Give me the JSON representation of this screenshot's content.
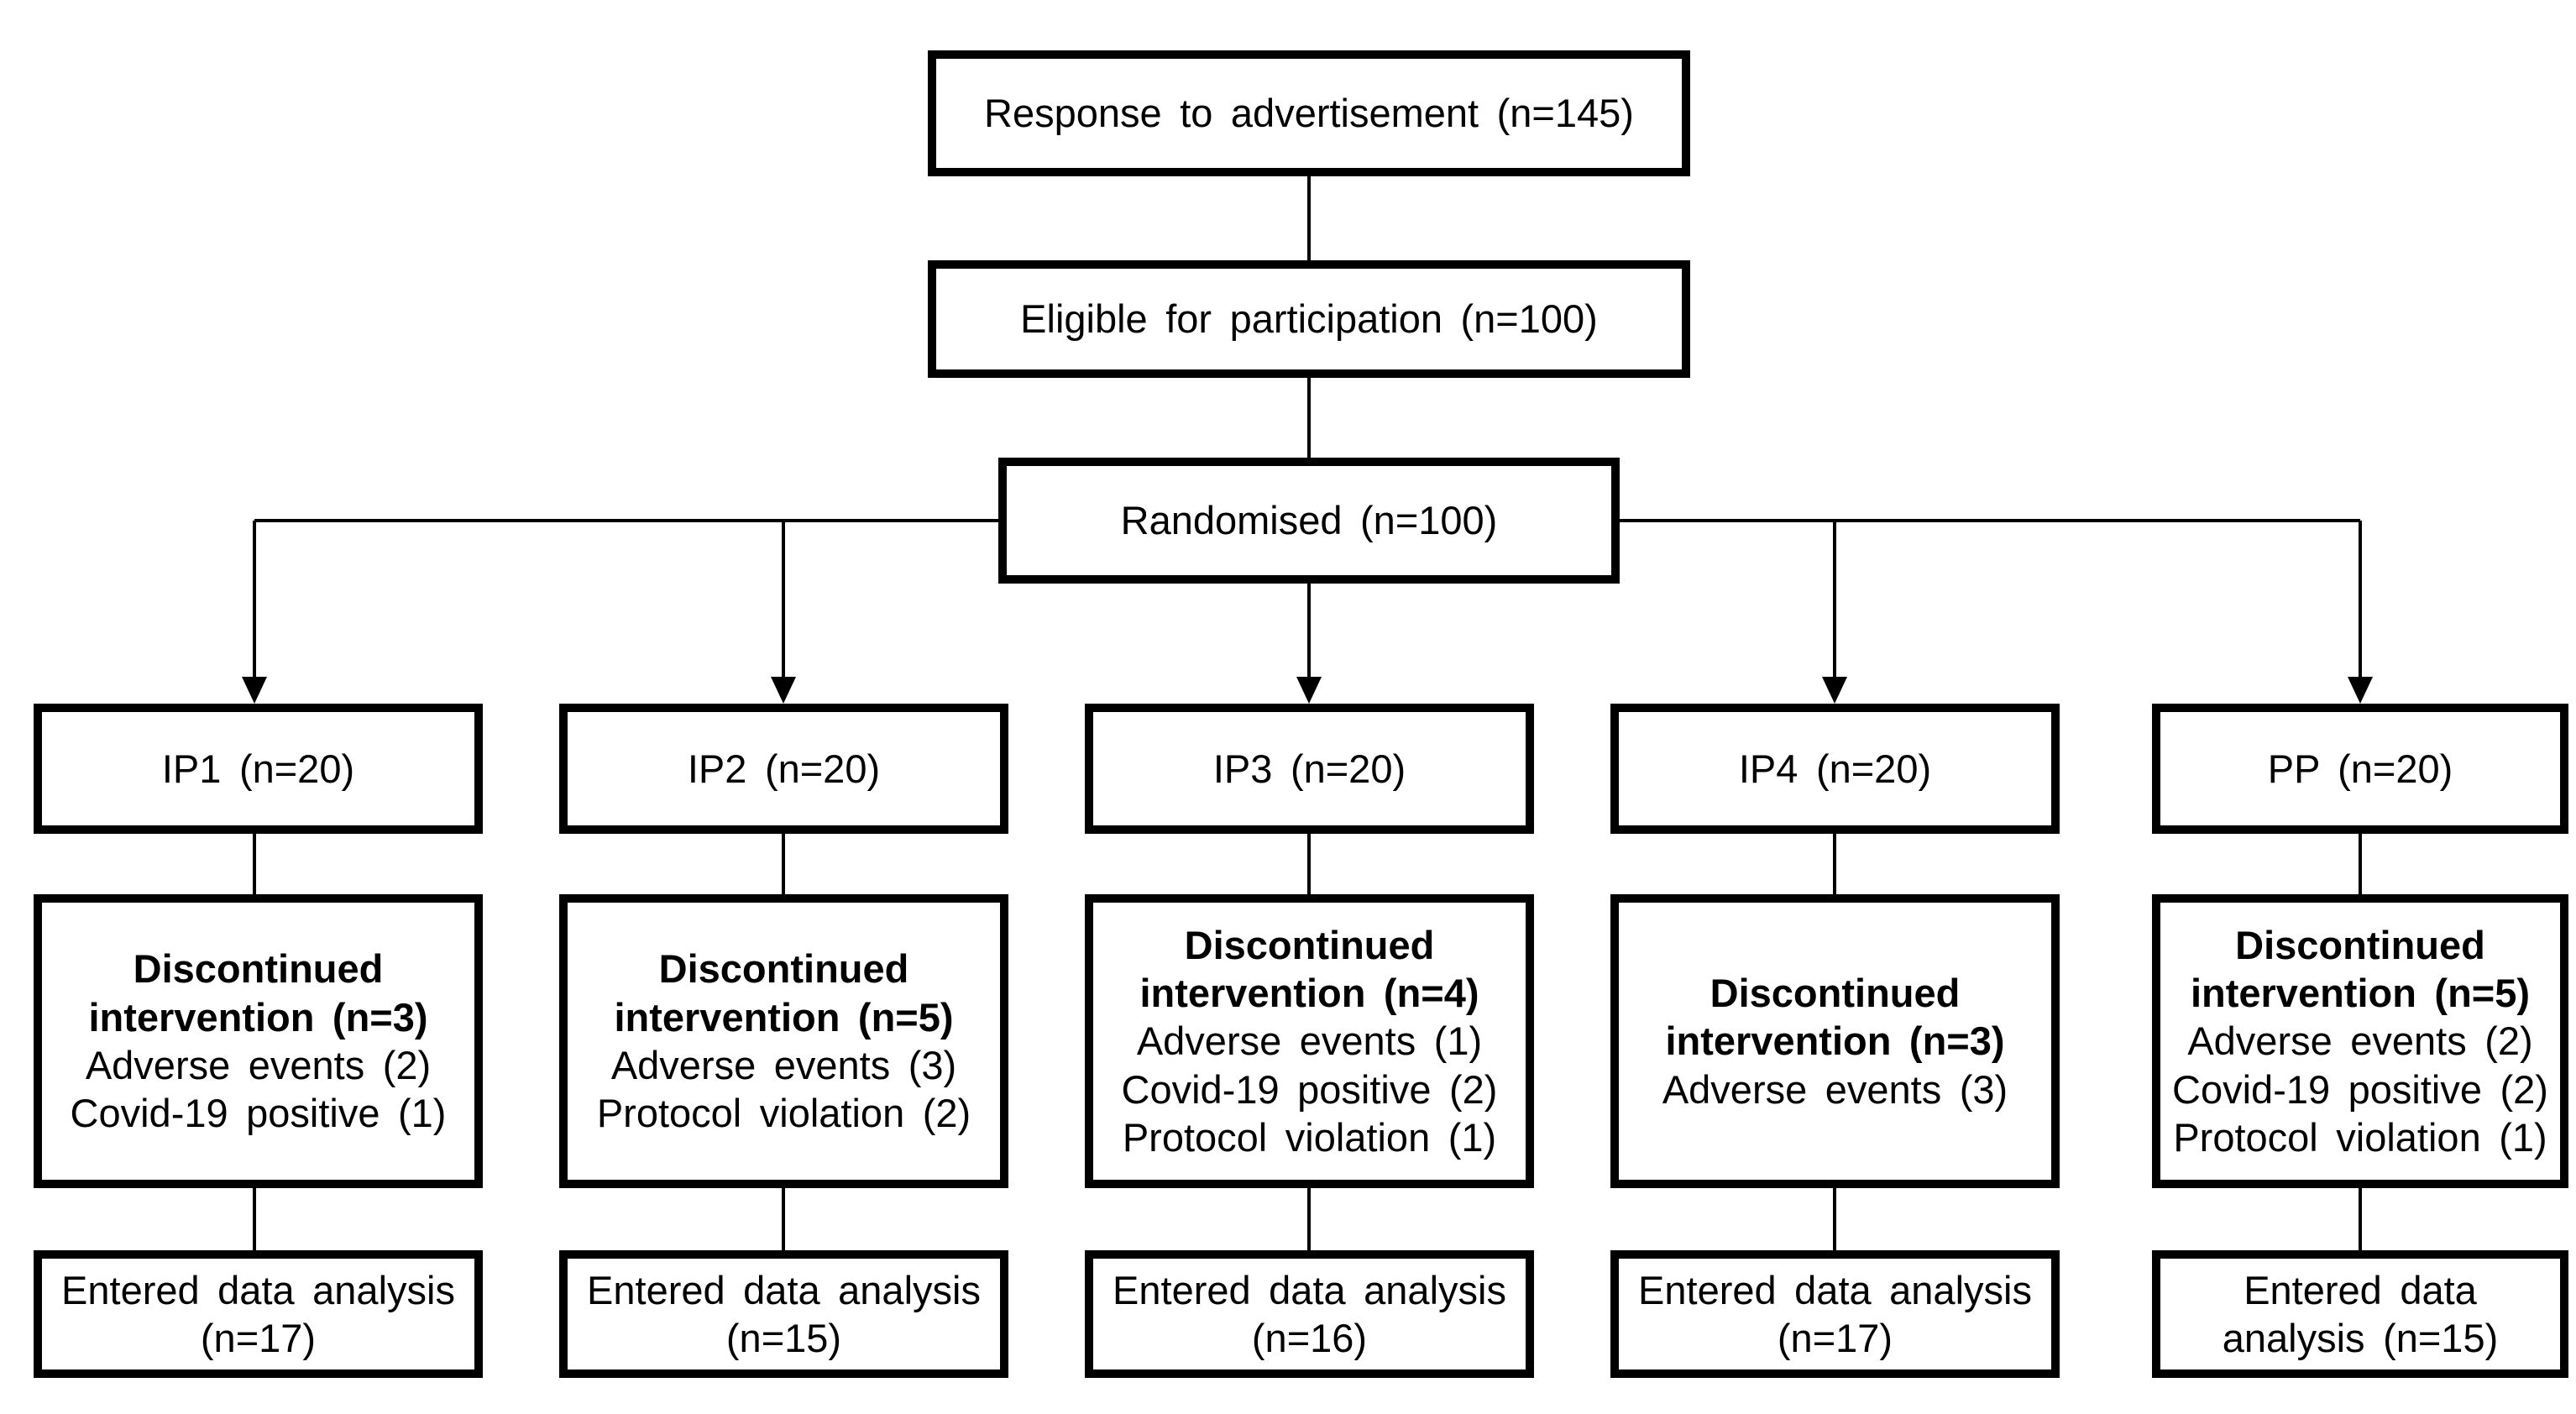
{
  "diagram": {
    "top": {
      "response": "Response to advertisement (n=145)",
      "eligible": "Eligible for participation (n=100)",
      "randomised": "Randomised (n=100)"
    },
    "arms": [
      {
        "group": "IP1 (n=20)",
        "discontinued_title": "Discontinued intervention (n=3)",
        "reasons": [
          "Adverse events (2)",
          "Covid-19 positive (1)"
        ],
        "analysis": "Entered data analysis (n=17)"
      },
      {
        "group": "IP2 (n=20)",
        "discontinued_title": "Discontinued intervention (n=5)",
        "reasons": [
          "Adverse events (3)",
          "Protocol violation (2)"
        ],
        "analysis": "Entered data analysis (n=15)"
      },
      {
        "group": "IP3 (n=20)",
        "discontinued_title": "Discontinued intervention (n=4)",
        "reasons": [
          "Adverse events (1)",
          "Covid-19 positive (2)",
          "Protocol violation (1)"
        ],
        "analysis": "Entered data analysis (n=16)"
      },
      {
        "group": "IP4 (n=20)",
        "discontinued_title": "Discontinued intervention (n=3)",
        "reasons": [
          "Adverse events (3)"
        ],
        "analysis": "Entered data analysis (n=17)"
      },
      {
        "group": "PP (n=20)",
        "discontinued_title": "Discontinued intervention (n=5)",
        "reasons": [
          "Adverse events (2)",
          "Covid-19 positive (2)",
          "Protocol violation (1)"
        ],
        "analysis": "Entered data analysis (n=15)"
      }
    ],
    "colors": {
      "line": "#000000",
      "box_background": "#ffffff",
      "text": "#000000"
    }
  }
}
